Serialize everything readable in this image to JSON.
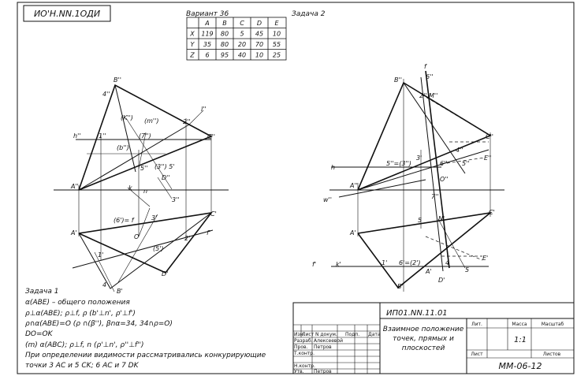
{
  "header": {
    "stamp_code": "ИО'Н.NN.1ОДИ"
  },
  "variant": {
    "label": "Вариант 36",
    "columns": [
      "",
      "A",
      "B",
      "C",
      "D",
      "E"
    ],
    "rows": [
      [
        "X",
        "119",
        "80",
        "5",
        "45",
        "10"
      ],
      [
        "Y",
        "35",
        "80",
        "20",
        "70",
        "55"
      ],
      [
        "Z",
        "6",
        "95",
        "40",
        "10",
        "25"
      ]
    ]
  },
  "task2_label": "Задача 2",
  "left_drawing": {
    "labels": {
      "B2": "B''",
      "p4": "4''",
      "K": "(K'')",
      "m": "(m'')",
      "l": "l''",
      "h": "h''",
      "one": "1''",
      "p7": "(7'')",
      "p2": "2''",
      "C2": "C''",
      "b": "(b'')",
      "p5": "5''",
      "p3b": "(3'') 5'",
      "D2": "D''",
      "A2": "A''",
      "k": "k",
      "n": "n",
      "p3": "3''",
      "b1": "(6')= f",
      "p3p": "3'",
      "C1": "C'",
      "A1": "A'",
      "O": "O",
      "f1": "f'",
      "p2p": "2'",
      "s5": "(5')",
      "p1": "1'",
      "D1": "D'",
      "p4p": "4",
      "B1": "B'"
    }
  },
  "right_drawing": {
    "labels": {
      "f": "f",
      "p6": "6''",
      "B2": "B''",
      "p2": "2'' M''",
      "C2": "C''",
      "p4": "4''",
      "E2": "E''",
      "h": "h",
      "p53": "5''=(3'')",
      "p3": "3'",
      "p6b": "6''",
      "p5b": "5''",
      "O": "O''",
      "A2": "A''",
      "w": "w''",
      "p7": "7''",
      "p5p": "5",
      "N": "N'",
      "C1": "C'",
      "A1": "A'",
      "f1": "f'",
      "k": "k'",
      "one": "1'",
      "p6eq": "6'=(2')",
      "E1": "E'",
      "p4p": "4",
      "A1b": "A'",
      "D1": "D'",
      "p5s": "5",
      "B1": "B'"
    }
  },
  "task1": {
    "title": "Задача 1",
    "lines": [
      "α(ABE) – общего положения",
      "ρ⊥α(ABE); ρ⊥f, ρ (b'⊥n', ρ'⊥f')",
      "ρ∩α(ABE)=O (ρ ∩(β''), βnα=34, 34∩ρ=O)",
      "DO=OK",
      "(m) α(ABC); ρ⊥f, n (ρ'⊥n', ρ''⊥f'')",
      "При определении видимости рассматривались конкурирующие",
      "точки 3 AC и 5 CK; 6 AC и 7 DK"
    ]
  },
  "title_block": {
    "doc_code": "ИП01.NN.11.01",
    "title_lines": [
      "Взаимное положение",
      "точек, прямых и",
      "плоскостей"
    ],
    "cols": [
      "Лит.",
      "Масса",
      "Масштаб"
    ],
    "scale": "1:1",
    "sheet_label": "Лист",
    "sheets_label": "Листов",
    "org": "ММ-06-12",
    "row_heads": [
      "Изм.",
      "Лист",
      "N докум.",
      "Подп.",
      "Дата"
    ],
    "roles": [
      "Разраб.",
      "Пров.",
      "Т.контр.",
      "",
      "Н.контр.",
      "Утв."
    ],
    "names": [
      "Алексеевой",
      "Петров",
      "",
      "",
      "",
      "Петров"
    ]
  }
}
